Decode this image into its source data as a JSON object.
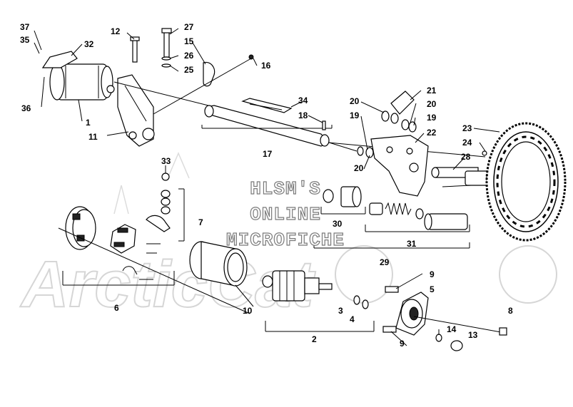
{
  "watermark": {
    "line1": "HLSM'S",
    "line2": "ONLINE",
    "line3": "MICROFICHE",
    "background_logo": "ArcticCat"
  },
  "callouts": {
    "c1": "1",
    "c2": "2",
    "c3": "3",
    "c4": "4",
    "c5": "5",
    "c6": "6",
    "c7": "7",
    "c8": "8",
    "c9a": "9",
    "c9b": "9",
    "c10": "10",
    "c11": "11",
    "c12": "12",
    "c13": "13",
    "c14": "14",
    "c15": "15",
    "c16": "16",
    "c17": "17",
    "c18": "18",
    "c19a": "19",
    "c19b": "19",
    "c20a": "20",
    "c20b": "20",
    "c20c": "20",
    "c21": "21",
    "c22": "22",
    "c23": "23",
    "c24": "24",
    "c25": "25",
    "c26": "26",
    "c27": "27",
    "c28": "28",
    "c29": "29",
    "c30": "30",
    "c31": "31",
    "c32": "32",
    "c33": "33",
    "c34": "34",
    "c35": "35",
    "c36": "36",
    "c37": "37"
  },
  "colors": {
    "ink": "#000000",
    "watermark_stroke": "#7a7a7a",
    "logo_stroke": "#d6d6d6"
  }
}
